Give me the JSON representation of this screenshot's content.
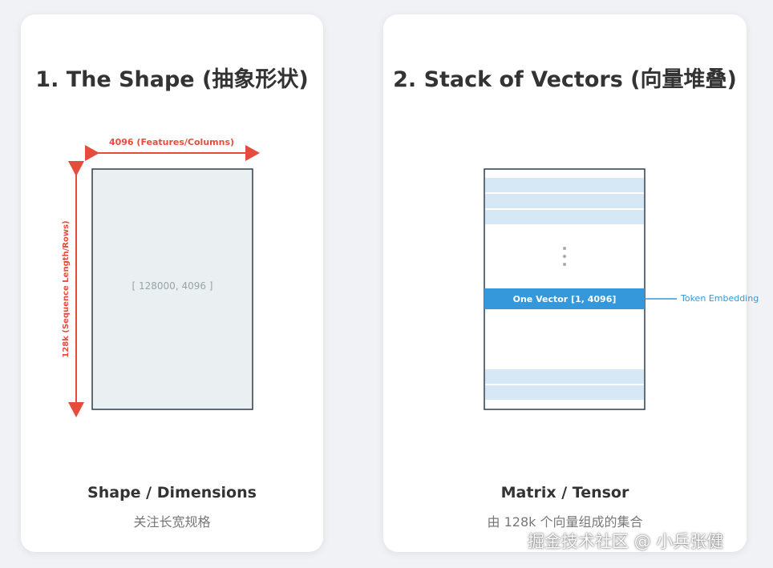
{
  "cards": [
    {
      "title": "1. The Shape (抽象形状)",
      "diagram": {
        "width_label": "4096 (Features/Columns)",
        "height_label": "128k (Sequence Length/Rows)",
        "shape_label": "[ 128000, 4096 ]"
      },
      "footer_title": "Shape / Dimensions",
      "footer_subtitle": "关注长宽规格"
    },
    {
      "title": "2. Stack of Vectors (向量堆叠)",
      "diagram": {
        "vector_label": "One Vector [1, 4096]",
        "callout_label": "Token Embedding"
      },
      "footer_title": "Matrix / Tensor",
      "footer_subtitle": "由 128k 个向量组成的集合"
    }
  ],
  "watermark": "掘金技术社区 @ 小兵张健",
  "colors": {
    "arrow": "#e64c3c",
    "matrix_fill": "#eaf0f2",
    "matrix_border": "#2c3e50",
    "row_fill": "#d6e8f5",
    "vector_fill": "#3498db",
    "callout": "#3498db"
  }
}
